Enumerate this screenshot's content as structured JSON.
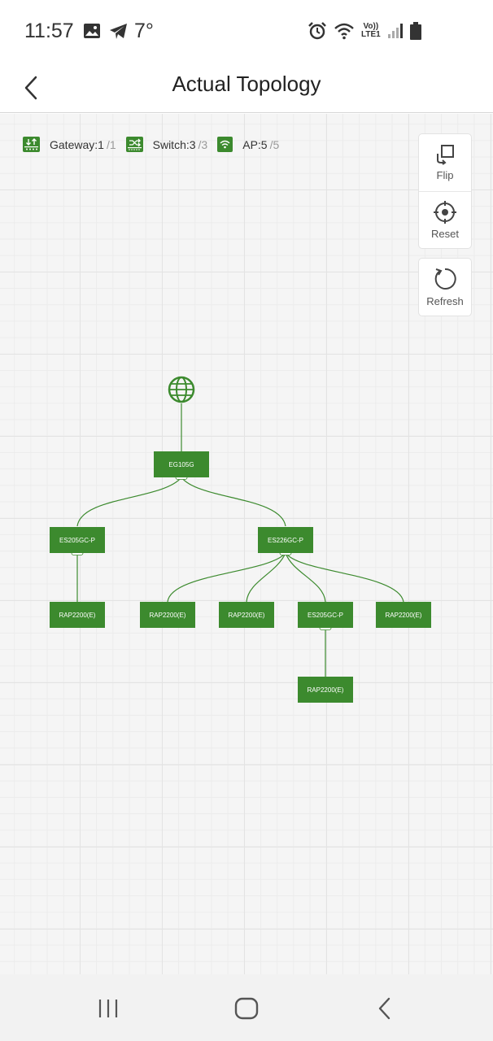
{
  "status_bar": {
    "time": "11:57",
    "temperature": "7°",
    "network_label": "Vo))\nLTE1",
    "icons": [
      "image-icon",
      "telegram-icon",
      "alarm-icon",
      "wifi-icon",
      "volte-icon",
      "signal-icon",
      "battery-icon"
    ]
  },
  "header": {
    "title": "Actual Topology",
    "back_icon": "chevron-left-icon"
  },
  "legend": {
    "gateway": {
      "label": "Gateway:1",
      "total": "/1"
    },
    "switch": {
      "label": "Switch:3",
      "total": "/3"
    },
    "ap": {
      "label": "AP:5",
      "total": "/5"
    }
  },
  "controls": {
    "flip": "Flip",
    "reset": "Reset",
    "refresh": "Refresh"
  },
  "topology": {
    "internet_icon": "globe-icon",
    "nodes": {
      "gateway": "EG105G",
      "switch_left": "ES205GC-P",
      "switch_right": "ES226GC-P",
      "ap_left": "RAP2200(E)",
      "ap_1": "RAP2200(E)",
      "ap_2": "RAP2200(E)",
      "switch_child": "ES205GC-P",
      "ap_4": "RAP2200(E)",
      "ap_child": "RAP2200(E)"
    }
  },
  "colors": {
    "accent": "#3c8a2e",
    "link": "#3c8a2e",
    "grid": "#e3e3e3",
    "canvas": "#f5f5f5"
  },
  "nav_bar": {
    "recents_icon": "recents-icon",
    "home_icon": "home-icon",
    "back_icon": "back-icon"
  }
}
